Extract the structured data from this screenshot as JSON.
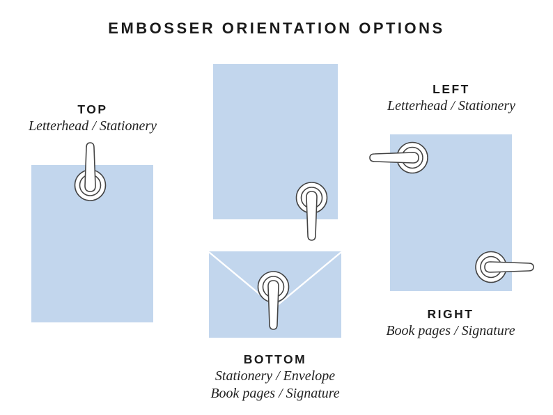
{
  "title": "EMBOSSER ORIENTATION OPTIONS",
  "colors": {
    "paper_blue": "#c2d6ed",
    "outline_gray": "#444444",
    "text_black": "#1b1b1b",
    "envelope_flap_white": "#ffffff"
  },
  "options": [
    {
      "id": "top",
      "label": "TOP",
      "sublabels": [
        "Letterhead / Stationery"
      ]
    },
    {
      "id": "bottom",
      "label": "BOTTOM",
      "sublabels": [
        "Stationery / Envelope",
        "Book pages / Signature"
      ]
    },
    {
      "id": "left",
      "label": "LEFT",
      "sublabels": [
        "Letterhead / Stationery"
      ]
    },
    {
      "id": "right",
      "label": "RIGHT",
      "sublabels": [
        "Book pages / Signature"
      ]
    }
  ],
  "icons": {
    "embosser": "embosser-stamp-icon",
    "envelope_flap": "envelope-flap"
  }
}
